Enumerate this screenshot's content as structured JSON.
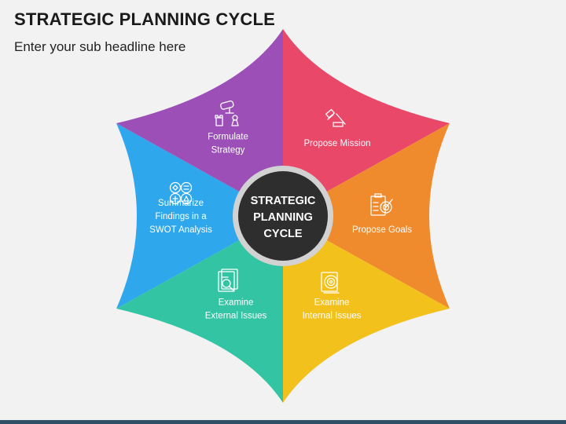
{
  "header": {
    "title": "STRATEGIC PLANNING CYCLE",
    "subtitle": "Enter your sub headline here"
  },
  "center": {
    "lines": [
      "STRATEGIC",
      "PLANNING",
      "CYCLE"
    ]
  },
  "segments": [
    {
      "id": "propose-mission",
      "lines": [
        "Propose Mission"
      ],
      "color": "#ea4869",
      "icon": "gavel-icon"
    },
    {
      "id": "propose-goals",
      "lines": [
        "Propose Goals"
      ],
      "color": "#ef8a2d",
      "icon": "goal-checklist-icon"
    },
    {
      "id": "examine-internal",
      "lines": [
        "Examine",
        "Internal Issues"
      ],
      "color": "#f2c11b",
      "icon": "target-document-icon"
    },
    {
      "id": "examine-external",
      "lines": [
        "Examine",
        "External Issues"
      ],
      "color": "#33c4a3",
      "icon": "document-search-icon"
    },
    {
      "id": "summarize-swot",
      "lines": [
        "Summarize",
        "Findings in a",
        "SWOT Analysis"
      ],
      "color": "#2ea7ec",
      "icon": "swot-icon"
    },
    {
      "id": "formulate-strategy",
      "lines": [
        "Formulate",
        "Strategy"
      ],
      "color": "#9b4fb7",
      "icon": "chess-strategy-icon"
    }
  ]
}
